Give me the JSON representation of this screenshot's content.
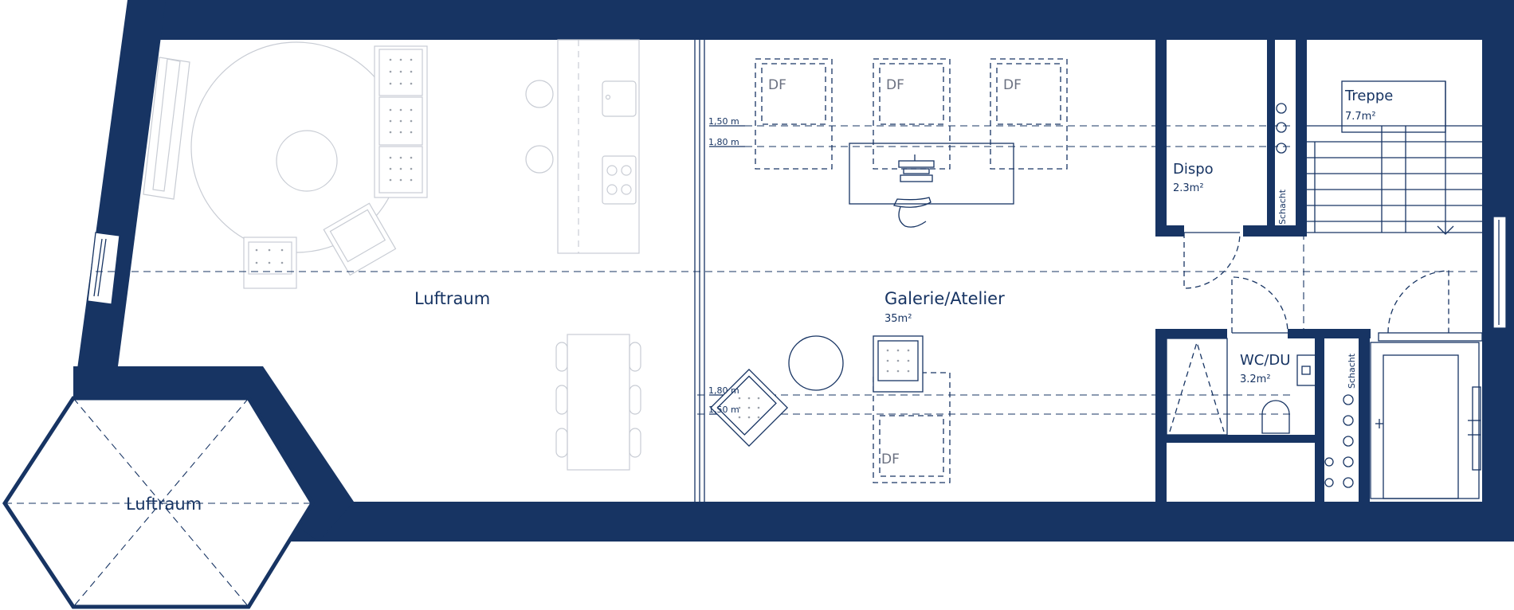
{
  "colors": {
    "wall": "#173463",
    "furniture": "#c8ccd4",
    "label": "#173463",
    "background": "#ffffff"
  },
  "rooms": [
    {
      "name": "Luftraum",
      "area": ""
    },
    {
      "name": "Luftraum",
      "area": ""
    },
    {
      "name": "Galerie/Atelier",
      "area": "35m²"
    },
    {
      "name": "Dispo",
      "area": "2.3m²"
    },
    {
      "name": "Treppe",
      "area": "7.7m²"
    },
    {
      "name": "WC/DU",
      "area": "3.2m²"
    }
  ],
  "skylights": [
    "DF",
    "DF",
    "DF",
    "DF"
  ],
  "height_lines": [
    "1,50 m",
    "1,80 m",
    "1,80 m",
    "1,50 m"
  ],
  "shafts": [
    "Schacht",
    "Schacht"
  ]
}
